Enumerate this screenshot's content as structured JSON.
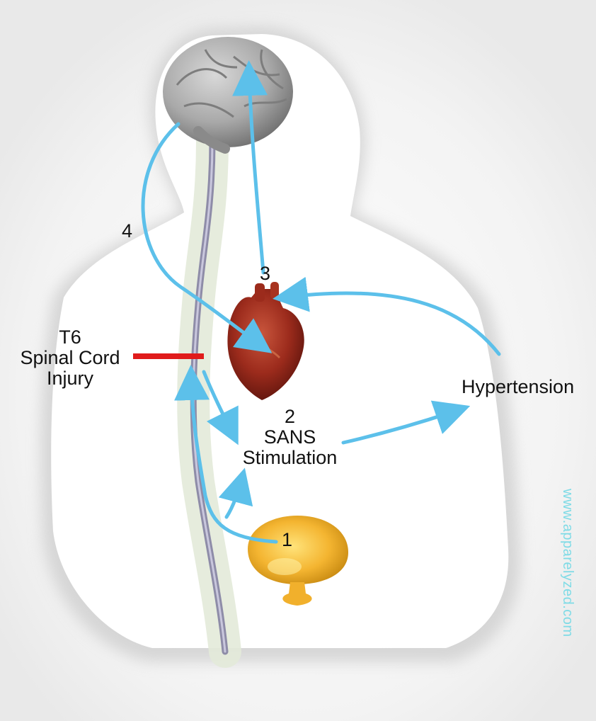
{
  "labels": {
    "step1": "1",
    "step2_num": "2",
    "step2_line1": "SANS",
    "step2_line2": "Stimulation",
    "step3": "3",
    "step4": "4",
    "injury_line1": "T6",
    "injury_line2": "Spinal Cord",
    "injury_line3": "Injury",
    "hypertension": "Hypertension"
  },
  "watermark": "www.apparelyzed.com",
  "icons": [
    "brain-icon",
    "heart-icon",
    "bladder-icon",
    "spinal-cord-icon",
    "body-silhouette-icon"
  ],
  "colors": {
    "arrow": "#5cc0ea",
    "injury": "#e01b1b",
    "watermark": "#7fdbe6"
  }
}
